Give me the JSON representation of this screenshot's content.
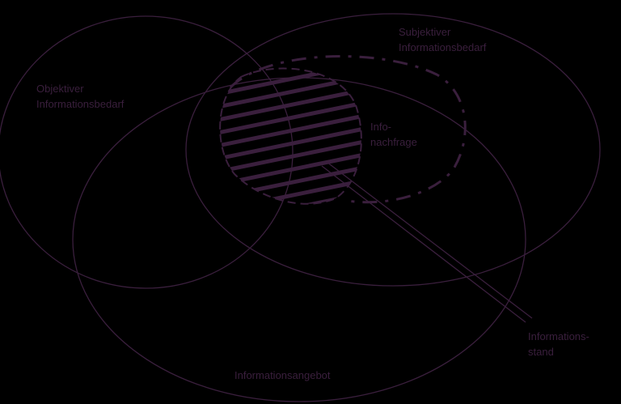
{
  "colors": {
    "background": "#000000",
    "stroke": "#3a1f3d",
    "text": "#3a1f3d"
  },
  "labels": {
    "objektiver_line1": "Objektiver",
    "objektiver_line2": "Informationsbedarf",
    "subjektiver_line1": "Subjektiver",
    "subjektiver_line2": "Informationsbedarf",
    "nachfrage_line1": "Info-",
    "nachfrage_line2": "nachfrage",
    "stand_line1": "Informations-",
    "stand_line2": "stand",
    "angebot": "Informationsangebot"
  }
}
